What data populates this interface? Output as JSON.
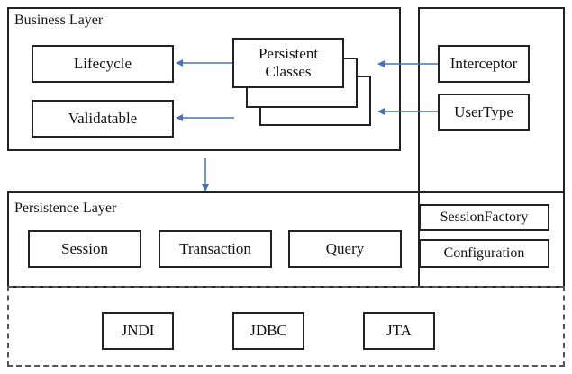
{
  "business_layer": {
    "title": "Business Layer",
    "lifecycle": "Lifecycle",
    "validatable": "Validatable",
    "persistent_classes": "Persistent Classes"
  },
  "extensions": {
    "interceptor": "Interceptor",
    "usertype": "UserType"
  },
  "persistence_layer": {
    "title": "Persistence Layer",
    "session": "Session",
    "transaction": "Transaction",
    "query": "Query",
    "session_factory": "SessionFactory",
    "configuration": "Configuration"
  },
  "infrastructure": {
    "jndi": "JNDI",
    "jdbc": "JDBC",
    "jta": "JTA"
  },
  "colors": {
    "arrow": "#4a74b0",
    "border": "#222222"
  }
}
